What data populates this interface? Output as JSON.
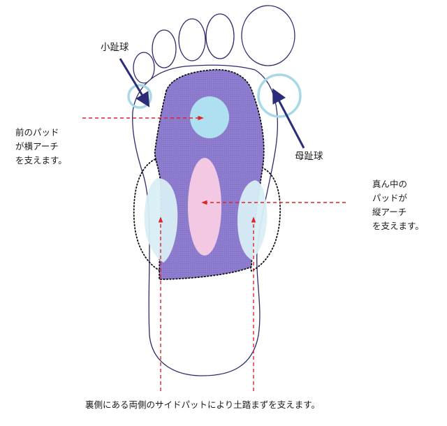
{
  "labels": {
    "little_toe_ball": "小趾球",
    "big_toe_ball": "母趾球",
    "front_pad": "前のパッド\nが横アーチ\nを支えます。",
    "middle_pad": "真ん中の\nパッドが\n縦アーチ\nを支えます。",
    "side_pads": "裏側にある両側のサイドパットにより土踏まずを支えます。"
  },
  "colors": {
    "outline": "#2e2a6e",
    "pad_fill": "#8a78cc",
    "ball_cyan": "#aee0f0",
    "ring_cyan": "#a8d8e8",
    "center_pink": "#f2c8e2",
    "arrow_navy": "#2b2d78",
    "guide_red": "#e0222a"
  }
}
